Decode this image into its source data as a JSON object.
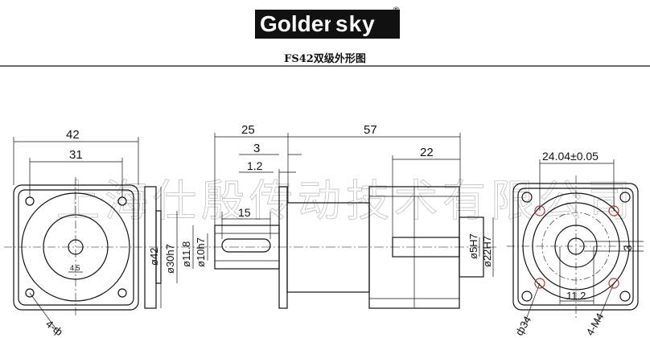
{
  "header": {
    "brand_part1": "Golden",
    "brand_part2": "sky",
    "registered_mark": "®",
    "title": "FS42双级外形图"
  },
  "watermark": "上海仕殷传动技术有限公司",
  "left_view": {
    "dim_overall": "42",
    "dim_holes": "31",
    "dim_shaft": "4.5",
    "note_holes": "4-ф"
  },
  "side_view": {
    "dim_flange": "25",
    "dim_step": "3",
    "dim_lip": "1.2",
    "dim_key": "15",
    "dim_length": "57",
    "dim_shaft_len": "22",
    "dia_body": "ø42",
    "dia_pilot": "ø30h7",
    "dia_hub": "ø11.8",
    "dia_bore": "ø10h7",
    "dia_out_shaft": "ø5H7",
    "dia_out_boss": "ø22H7"
  },
  "right_view": {
    "dim_pcd": "24.04±0.05",
    "dim_key_offset": "3",
    "dim_offset": "11.2",
    "note_pcd": "ф34",
    "note_thread": "4-M4"
  }
}
